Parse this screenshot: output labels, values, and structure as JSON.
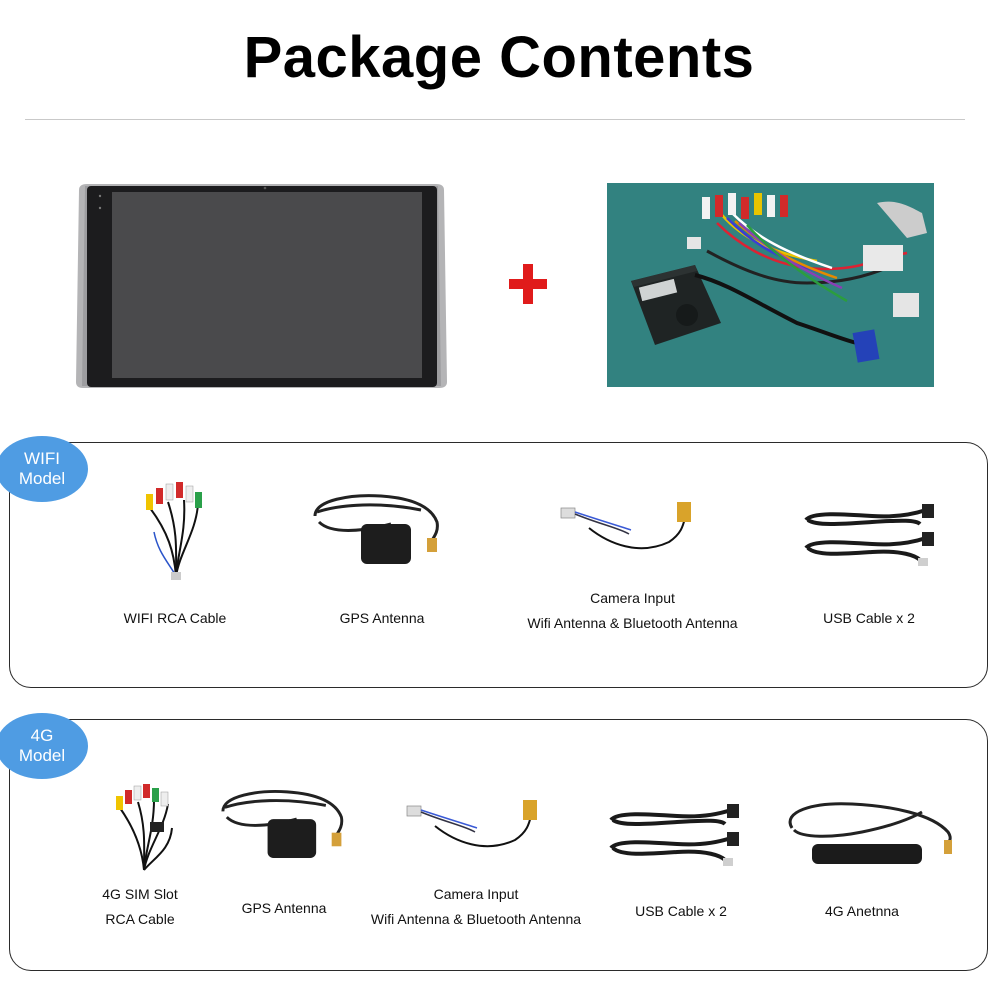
{
  "title": "Package Contents",
  "plus_symbol": "+",
  "colors": {
    "badge": "#4f9ce3",
    "plus": "#e01b1b",
    "harness_bg": "#2f7f7d"
  },
  "wifi_section": {
    "badge": [
      "WIFI",
      "Model"
    ],
    "items": [
      {
        "icon": "rca-cable-icon",
        "label": [
          "WIFI RCA Cable"
        ]
      },
      {
        "icon": "gps-antenna-icon",
        "label": [
          "GPS Antenna"
        ]
      },
      {
        "icon": "camera-input-cable-icon",
        "label": [
          "Camera Input",
          "Wifi Antenna & Bluetooth Antenna"
        ]
      },
      {
        "icon": "usb-cable-icon",
        "label": [
          "USB Cable x 2"
        ]
      }
    ]
  },
  "g4_section": {
    "badge": [
      "4G",
      "Model"
    ],
    "items": [
      {
        "icon": "rca-cable-icon",
        "label": [
          "4G SIM Slot",
          "RCA Cable"
        ]
      },
      {
        "icon": "gps-antenna-icon",
        "label": [
          "GPS Antenna"
        ]
      },
      {
        "icon": "camera-input-cable-icon",
        "label": [
          "Camera Input",
          "Wifi Antenna & Bluetooth Antenna"
        ]
      },
      {
        "icon": "usb-cable-icon",
        "label": [
          "USB Cable x 2"
        ]
      },
      {
        "icon": "4g-antenna-icon",
        "label": [
          "4G Anetnna"
        ]
      }
    ]
  }
}
